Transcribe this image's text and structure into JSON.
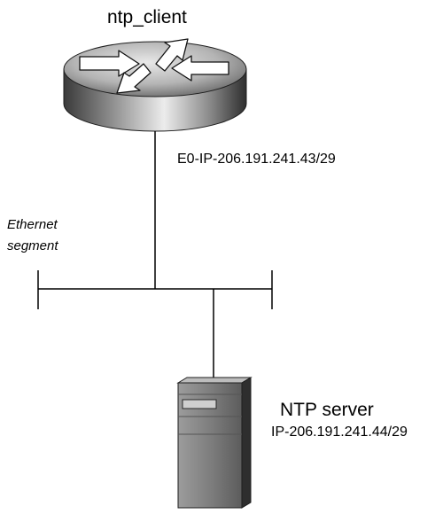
{
  "router": {
    "name": "ntp_client",
    "interface": "E0-IP-206.191.241.43/29",
    "icon": "router-icon"
  },
  "segment": {
    "label_line1": "Ethernet",
    "label_line2": "segment"
  },
  "server": {
    "name": "NTP server",
    "ip": "IP-206.191.241.44/29",
    "icon": "server-icon"
  },
  "colors": {
    "line": "#000000",
    "router_dark": "#3a3a3a",
    "router_light": "#e4e4e4",
    "server_body": "#7a7a7a",
    "server_dark": "#2e2e2e"
  }
}
